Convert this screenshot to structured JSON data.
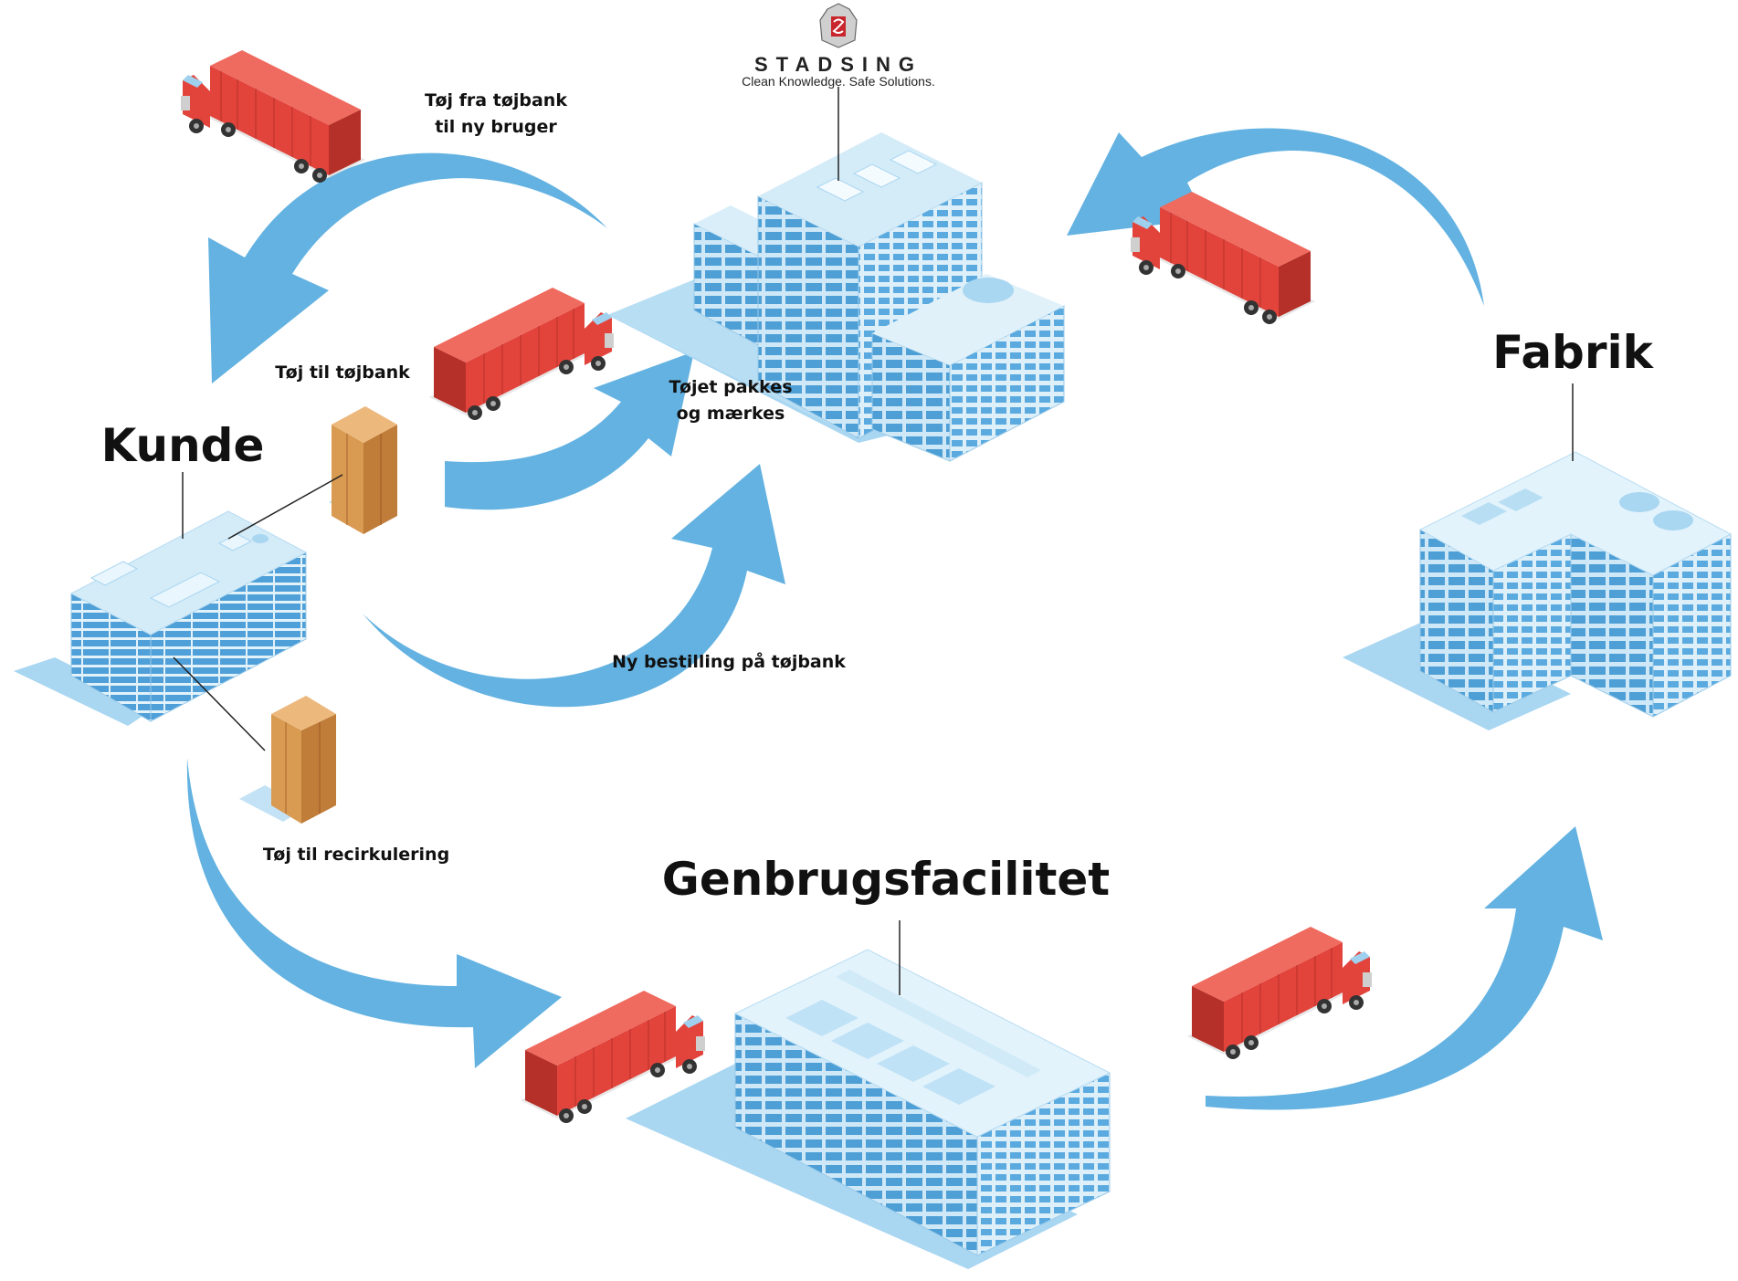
{
  "brand": {
    "name": "STADSING",
    "tagline": "Clean Knowledge. Safe Solutions."
  },
  "nodes": {
    "kunde": "Kunde",
    "fabrik": "Fabrik",
    "genbrug": "Genbrugsfacilitet"
  },
  "labels": {
    "from_bank": [
      "Tøj fra tøjbank",
      "til ny bruger"
    ],
    "to_bank": "Tøj til tøjbank",
    "packed": [
      "Tøjet pakkes",
      "og mærkes"
    ],
    "new_order": "Ny bestilling på tøjbank",
    "recycling": "Tøj til recirkulering"
  },
  "colors": {
    "arrow": "#63b2e1",
    "truck": "#e2443c",
    "building_glass": "#5fa8d8",
    "box": "#d99a52"
  }
}
